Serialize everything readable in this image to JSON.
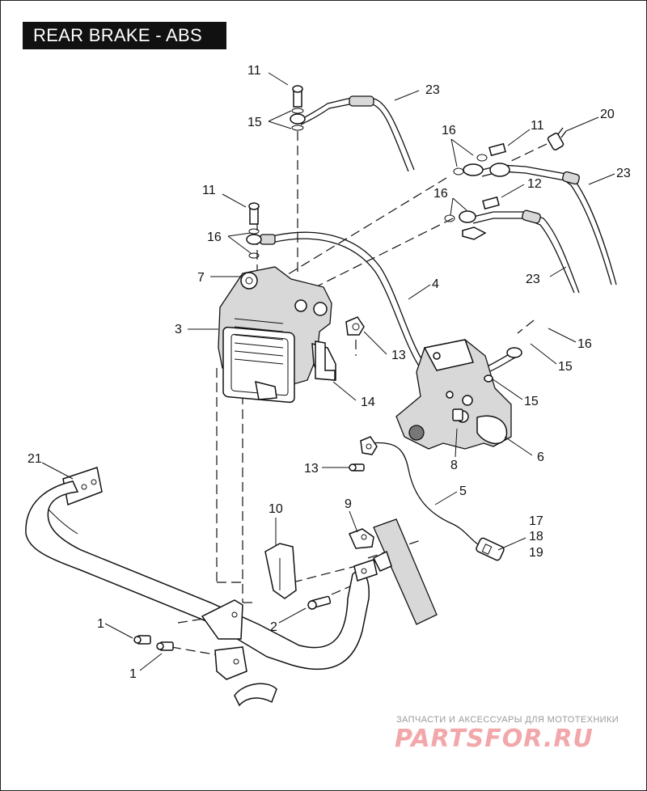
{
  "title": "REAR BRAKE - ABS",
  "watermark": {
    "tagline": "ЗАПЧАСТИ И АКСЕССУАРЫ ДЛЯ МОТОТЕХНИКИ",
    "logo": "PARTSFOR.RU"
  },
  "callouts": {
    "c11a": "11",
    "c23a": "23",
    "c15a": "15",
    "c16a": "16",
    "c11b": "11",
    "c20": "20",
    "c23b": "23",
    "c12": "12",
    "c16b": "16",
    "c11c": "11",
    "c16c": "16",
    "c23c": "23",
    "c7": "7",
    "c4": "4",
    "c3": "3",
    "c16d": "16",
    "c13a": "13",
    "c15b": "15",
    "c15c": "15",
    "c14": "14",
    "c6": "6",
    "c8": "8",
    "c21": "21",
    "c13b": "13",
    "c5": "5",
    "c10": "10",
    "c9": "9",
    "c17": "17",
    "c18": "18",
    "c19": "19",
    "c2": "2",
    "c1a": "1",
    "c1b": "1"
  }
}
